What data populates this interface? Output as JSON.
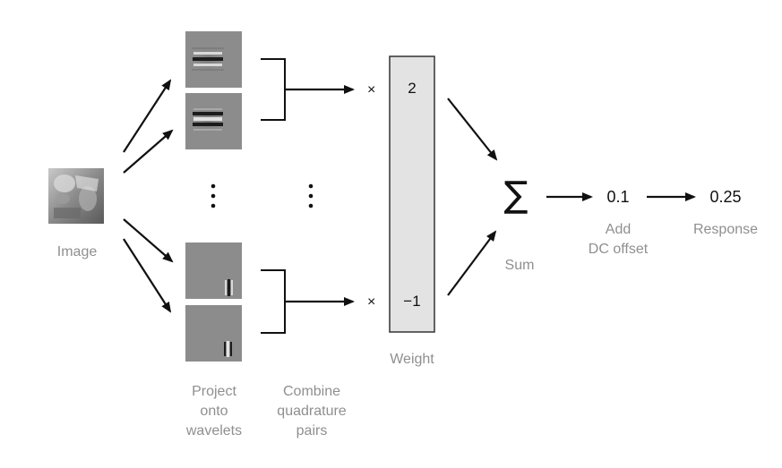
{
  "labels": {
    "image": "Image",
    "project": [
      "Project",
      "onto",
      "wavelets"
    ],
    "combine": [
      "Combine",
      "quadrature",
      "pairs"
    ],
    "weight": "Weight",
    "sum": "Sum",
    "add_dc": [
      "Add",
      "DC offset"
    ],
    "response": "Response"
  },
  "weights": {
    "top": "2",
    "bottom": "−1"
  },
  "operators": {
    "times": "×"
  },
  "values": {
    "dc_offset": "0.1",
    "response": "0.25"
  },
  "symbols": {
    "sum": "∑"
  },
  "colors": {
    "label": "#8f8f8f",
    "weight_box": "#e3e3e3",
    "wavelet_bg": "#8c8c8c",
    "ink": "#111111"
  }
}
